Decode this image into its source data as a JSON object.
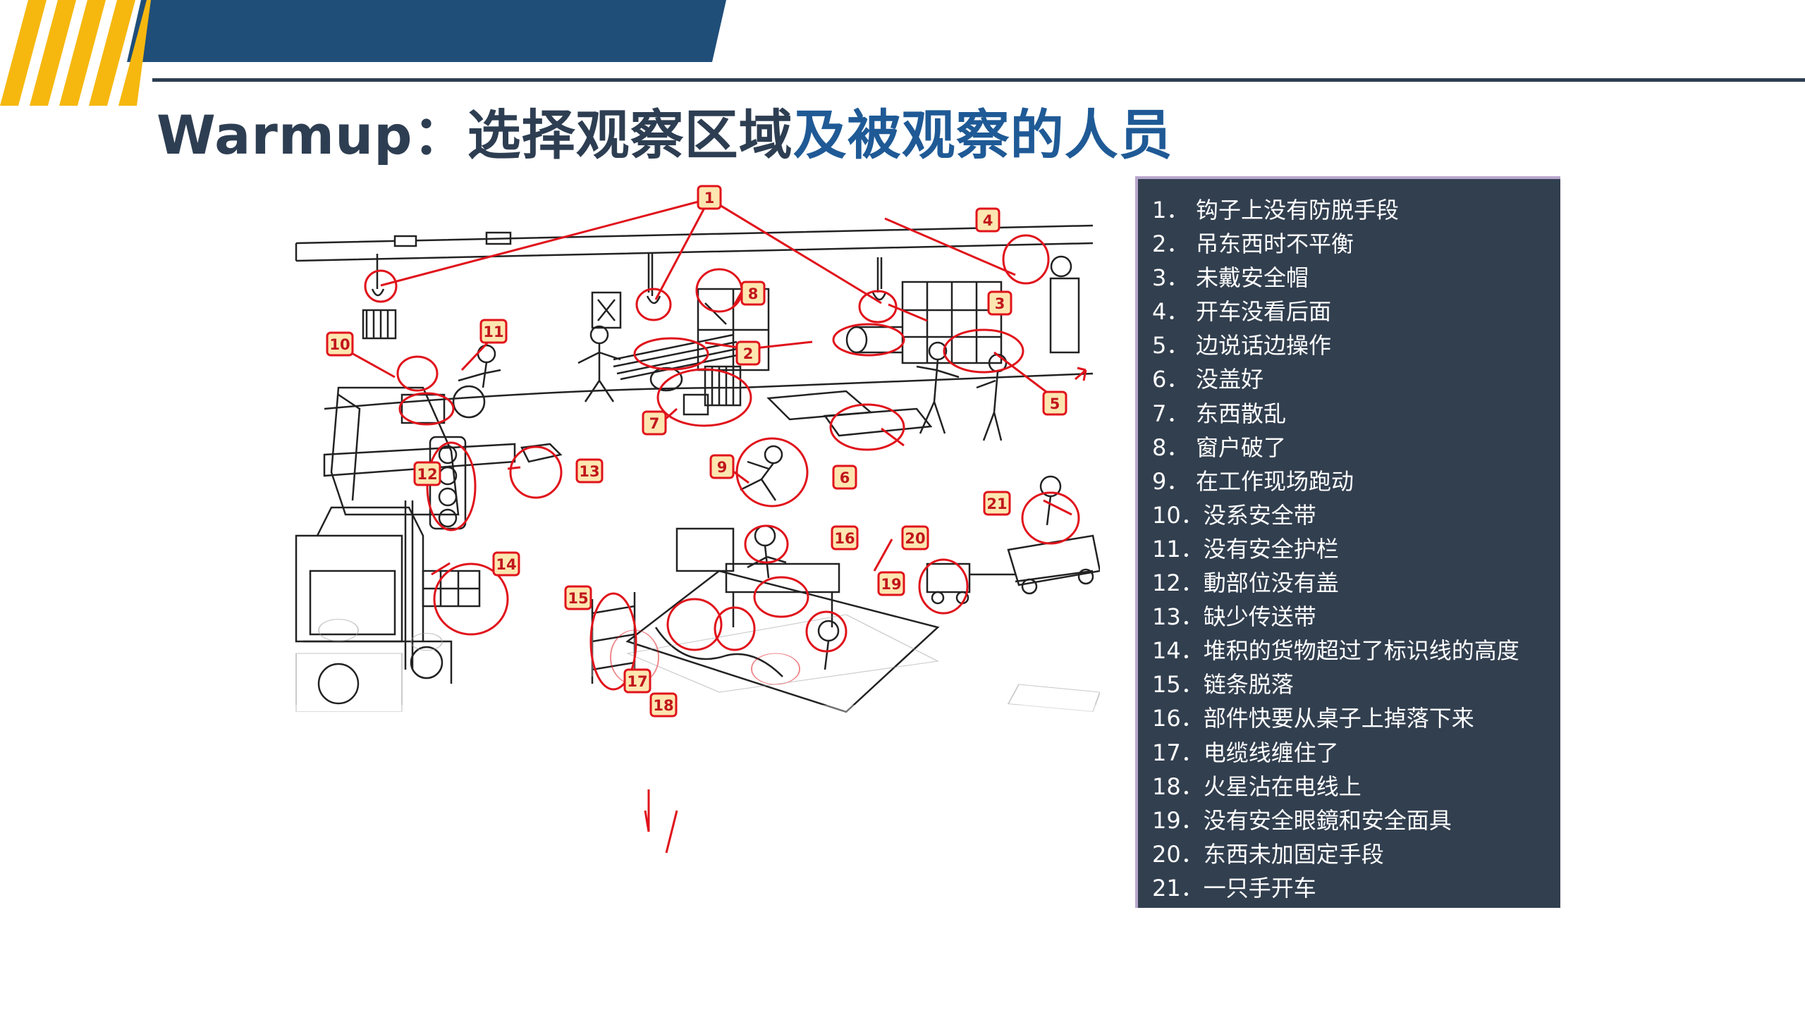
{
  "slide": {
    "title_part1": "Warmup：选择观察区域",
    "title_part2": "及被观察的人员"
  },
  "callouts": [
    "1",
    "2",
    "3",
    "4",
    "5",
    "6",
    "7",
    "8",
    "9",
    "10",
    "11",
    "12",
    "13",
    "14",
    "15",
    "16",
    "17",
    "18",
    "19",
    "20",
    "21"
  ],
  "legend": {
    "items": [
      {
        "num": "1．",
        "text": "钩子上没有防脱手段"
      },
      {
        "num": "2．",
        "text": "吊东西时不平衡"
      },
      {
        "num": "3．",
        "text": "未戴安全帽"
      },
      {
        "num": "4．",
        "text": "开车没看后面"
      },
      {
        "num": "5．",
        "text": "边说话边操作"
      },
      {
        "num": "6．",
        "text": "没盖好"
      },
      {
        "num": "7．",
        "text": "东西散乱"
      },
      {
        "num": "8．",
        "text": "窗户破了"
      },
      {
        "num": "9．",
        "text": "在工作现场跑动"
      },
      {
        "num": "10．",
        "text": "没系安全带"
      },
      {
        "num": "11．",
        "text": "没有安全护栏"
      },
      {
        "num": "12．",
        "text": "動部位没有盖"
      },
      {
        "num": "13．",
        "text": "缺少传送带"
      },
      {
        "num": "14．",
        "text": "堆积的货物超过了标识线的高度"
      },
      {
        "num": "15．",
        "text": "链条脱落"
      },
      {
        "num": "16．",
        "text": "部件快要从桌子上掉落下来"
      },
      {
        "num": "17．",
        "text": "电缆线缠住了"
      },
      {
        "num": "18．",
        "text": "火星沾在电线上"
      },
      {
        "num": "19．",
        "text": "没有安全眼鏡和安全面具"
      },
      {
        "num": "20．",
        "text": "东西未加固定手段"
      },
      {
        "num": "21．",
        "text": "一只手开车"
      }
    ]
  },
  "colors": {
    "navy": "#1f4e79",
    "yellow": "#f6b80f",
    "title_dark": "#2e3e52",
    "title_accent": "#1f5a96",
    "panel": "#323f4f",
    "callout_red": "#e0131b",
    "callout_fill": "#fde6b0"
  }
}
